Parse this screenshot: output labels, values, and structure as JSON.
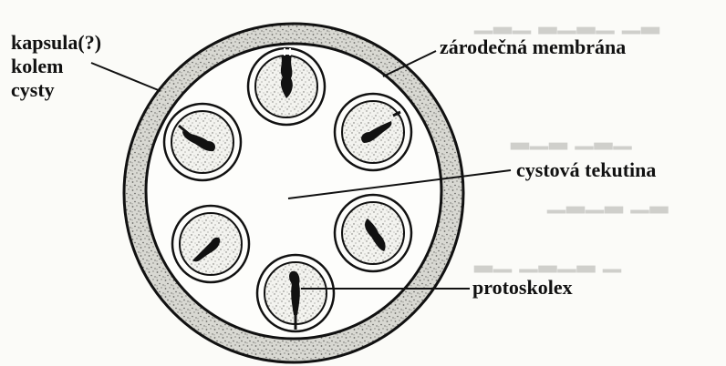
{
  "labels": {
    "capsule": [
      "kapsula(?)",
      "kolem",
      "cysty"
    ],
    "germinal_membrane": "zárodečná membrána",
    "cyst_fluid": "cystová tekutina",
    "protoscolex": "protoskolex"
  },
  "colors": {
    "ink": "#111111",
    "capsule_fill": "#d8d8d2",
    "capsule_stipple": "#6a6a66",
    "fluid": "#fdfdfb",
    "background": "#fbfbf8"
  }
}
